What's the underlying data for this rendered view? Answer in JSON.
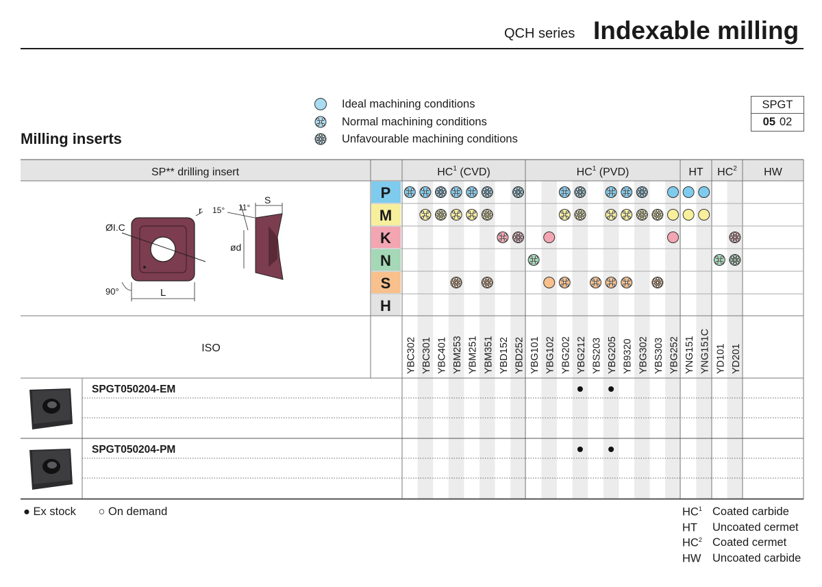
{
  "header": {
    "series": "QCH series",
    "title": "Indexable milling"
  },
  "section_title": "Milling inserts",
  "legend": [
    {
      "icon": "ideal-icon",
      "label": "Ideal machining conditions"
    },
    {
      "icon": "normal-icon",
      "label": "Normal machining conditions"
    },
    {
      "icon": "unfavourable-icon",
      "label": "Unfavourable machining conditions"
    }
  ],
  "code_box": {
    "top": "SPGT",
    "bold": "05",
    "rest": "02"
  },
  "table": {
    "insert_header": "SP** drilling insert",
    "iso_label": "ISO",
    "group_headers": [
      {
        "label": "HC",
        "sup": "1",
        "suffix": " (CVD)"
      },
      {
        "label": "HC",
        "sup": "1",
        "suffix": " (PVD)"
      },
      {
        "label": "HT",
        "sup": "",
        "suffix": ""
      },
      {
        "label": "HC",
        "sup": "2",
        "suffix": ""
      },
      {
        "label": "HW",
        "sup": "",
        "suffix": ""
      }
    ],
    "materials": [
      {
        "letter": "P",
        "color": "#7ecbee"
      },
      {
        "letter": "M",
        "color": "#f7ef9c"
      },
      {
        "letter": "K",
        "color": "#f3a6b2"
      },
      {
        "letter": "N",
        "color": "#a5d8b6"
      },
      {
        "letter": "S",
        "color": "#f8c08c"
      },
      {
        "letter": "H",
        "color": "#e3e3e3"
      }
    ],
    "grades": [
      "YBC302",
      "YBC301",
      "YBC401",
      "YBM253",
      "YBM251",
      "YBM351",
      "YBD152",
      "YBD252",
      "YBG101",
      "YBG102",
      "YBG202",
      "YBG212",
      "YBS203",
      "YBG205",
      "YB9320",
      "YBG302",
      "YBS303",
      "YBG252",
      "YNG151",
      "YNG151C",
      "YD101",
      "YD201"
    ],
    "ratings": [
      [
        "normal",
        "normal",
        "unfav",
        "normal",
        "normal",
        "unfav",
        "",
        "unfav",
        "",
        "",
        "normal",
        "unfav",
        "",
        "normal",
        "normal",
        "unfav",
        "",
        "ideal",
        "ideal",
        "ideal",
        "",
        ""
      ],
      [
        "",
        "normal",
        "unfav",
        "normal",
        "normal",
        "unfav",
        "",
        "",
        "",
        "",
        "normal",
        "unfav",
        "",
        "normal",
        "normal",
        "unfav",
        "unfav",
        "ideal",
        "ideal",
        "ideal",
        "",
        ""
      ],
      [
        "",
        "",
        "",
        "",
        "",
        "",
        "normal",
        "unfav",
        "",
        "ideal",
        "",
        "",
        "",
        "",
        "",
        "",
        "",
        "ideal",
        "",
        "",
        "",
        "unfav"
      ],
      [
        "",
        "",
        "",
        "",
        "",
        "",
        "",
        "",
        "normal",
        "",
        "",
        "",
        "",
        "",
        "",
        "",
        "",
        "",
        "",
        "",
        "normal",
        "unfav"
      ],
      [
        "",
        "",
        "",
        "unfav",
        "",
        "unfav",
        "",
        "",
        "",
        "ideal",
        "normal",
        "",
        "normal",
        "normal",
        "normal",
        "",
        "unfav",
        "",
        "",
        "",
        "",
        ""
      ],
      [
        "",
        "",
        "",
        "",
        "",
        "",
        "",
        "",
        "",
        "",
        "",
        "",
        "",
        "",
        "",
        "",
        "",
        "",
        "",
        "",
        "",
        ""
      ]
    ],
    "drawing_labels": {
      "r": "r",
      "ic": "ØI.C",
      "angle90": "90°",
      "L": "L",
      "angle15": "15°",
      "angle11": "11°",
      "S": "S",
      "d": "ød"
    },
    "products": [
      {
        "name": "SPGT050204-EM",
        "stock": [
          11,
          13
        ]
      },
      {
        "name": "SPGT050204-PM",
        "stock": [
          11,
          13
        ]
      }
    ]
  },
  "footer": {
    "stock_legend": [
      "● Ex stock",
      "○ On demand"
    ],
    "abbreviations": [
      {
        "key": "HC",
        "sup": "1",
        "desc": "Coated carbide"
      },
      {
        "key": "HT",
        "sup": "",
        "desc": "Uncoated cermet"
      },
      {
        "key": "HC",
        "sup": "2",
        "desc": "Coated cermet"
      },
      {
        "key": "HW",
        "sup": "",
        "desc": "Uncoated carbide"
      }
    ]
  },
  "colors": {
    "header_gray": "#e4e4e4",
    "stripe_gray": "#ececec",
    "insert_body": "#7c3d50",
    "insert_dark": "#5a2a38"
  }
}
